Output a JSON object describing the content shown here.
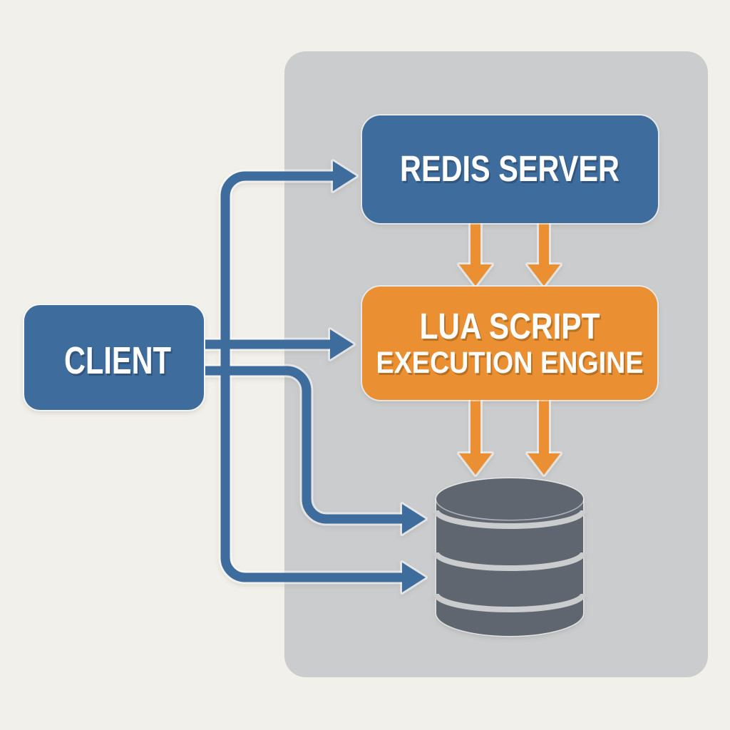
{
  "diagram": {
    "nodes": {
      "client": {
        "label": "CLIENT"
      },
      "redis_server": {
        "label": "REDIS SERVER"
      },
      "lua_engine": {
        "label_line1": "LUA SCRIPT",
        "label_line2": "EXECUTION ENGINE"
      },
      "database": {
        "icon": "database-cylinder-icon"
      }
    },
    "edges": [
      {
        "from": "client",
        "to": "redis_server",
        "color": "blue"
      },
      {
        "from": "client",
        "to": "lua_engine",
        "color": "blue"
      },
      {
        "from": "client",
        "to": "database",
        "color": "blue",
        "position": "upper"
      },
      {
        "from": "client",
        "to": "database",
        "color": "blue",
        "position": "lower"
      },
      {
        "from": "redis_server",
        "to": "lua_engine",
        "color": "orange",
        "position": "left"
      },
      {
        "from": "redis_server",
        "to": "lua_engine",
        "color": "orange",
        "position": "right"
      },
      {
        "from": "lua_engine",
        "to": "database",
        "color": "orange",
        "position": "left"
      },
      {
        "from": "lua_engine",
        "to": "database",
        "color": "orange",
        "position": "right"
      }
    ]
  },
  "colors": {
    "background": "#f2f0ea",
    "panel": "#cbcccd",
    "blue": "#3e6c9d",
    "orange": "#ea9030",
    "database_gray": "#5f6670",
    "label_text": "#fdfdfd"
  }
}
